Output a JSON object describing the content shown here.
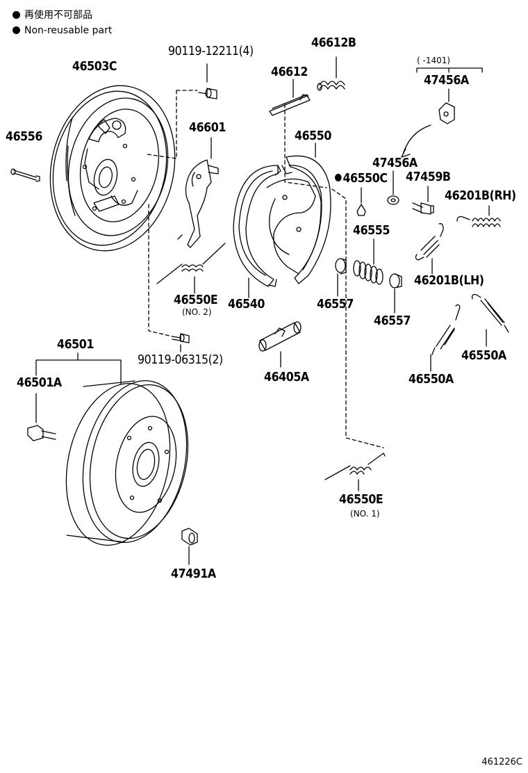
{
  "legend": {
    "jp": "再使用不可部品",
    "en": "Non-reusable part"
  },
  "labels": {
    "p46503C": "46503C",
    "p46556": "46556",
    "p90119_12211": "90119-12211(4)",
    "p46601": "46601",
    "p46612B": "46612B",
    "p46612": "46612",
    "p46550": "46550",
    "p46550C": "46550C",
    "range_note": "( -1401)",
    "p47456A_top": "47456A",
    "p47456A_mid": "47456A",
    "p47459B": "47459B",
    "p46201B_RH": "46201B(RH)",
    "p46201B_LH": "46201B(LH)",
    "p46555": "46555",
    "p46557_a": "46557",
    "p46557_b": "46557",
    "p46550E_no2": "46550E",
    "no2": "(NO. 2)",
    "p46540": "46540",
    "p46405A": "46405A",
    "p90119_06315": "90119-06315(2)",
    "p46501": "46501",
    "p46501A": "46501A",
    "p47491A": "47491A",
    "p46550E_no1": "46550E",
    "no1": "(NO. 1)",
    "p46550A_a": "46550A",
    "p46550A_b": "46550A"
  },
  "diagram_id": "461226C"
}
